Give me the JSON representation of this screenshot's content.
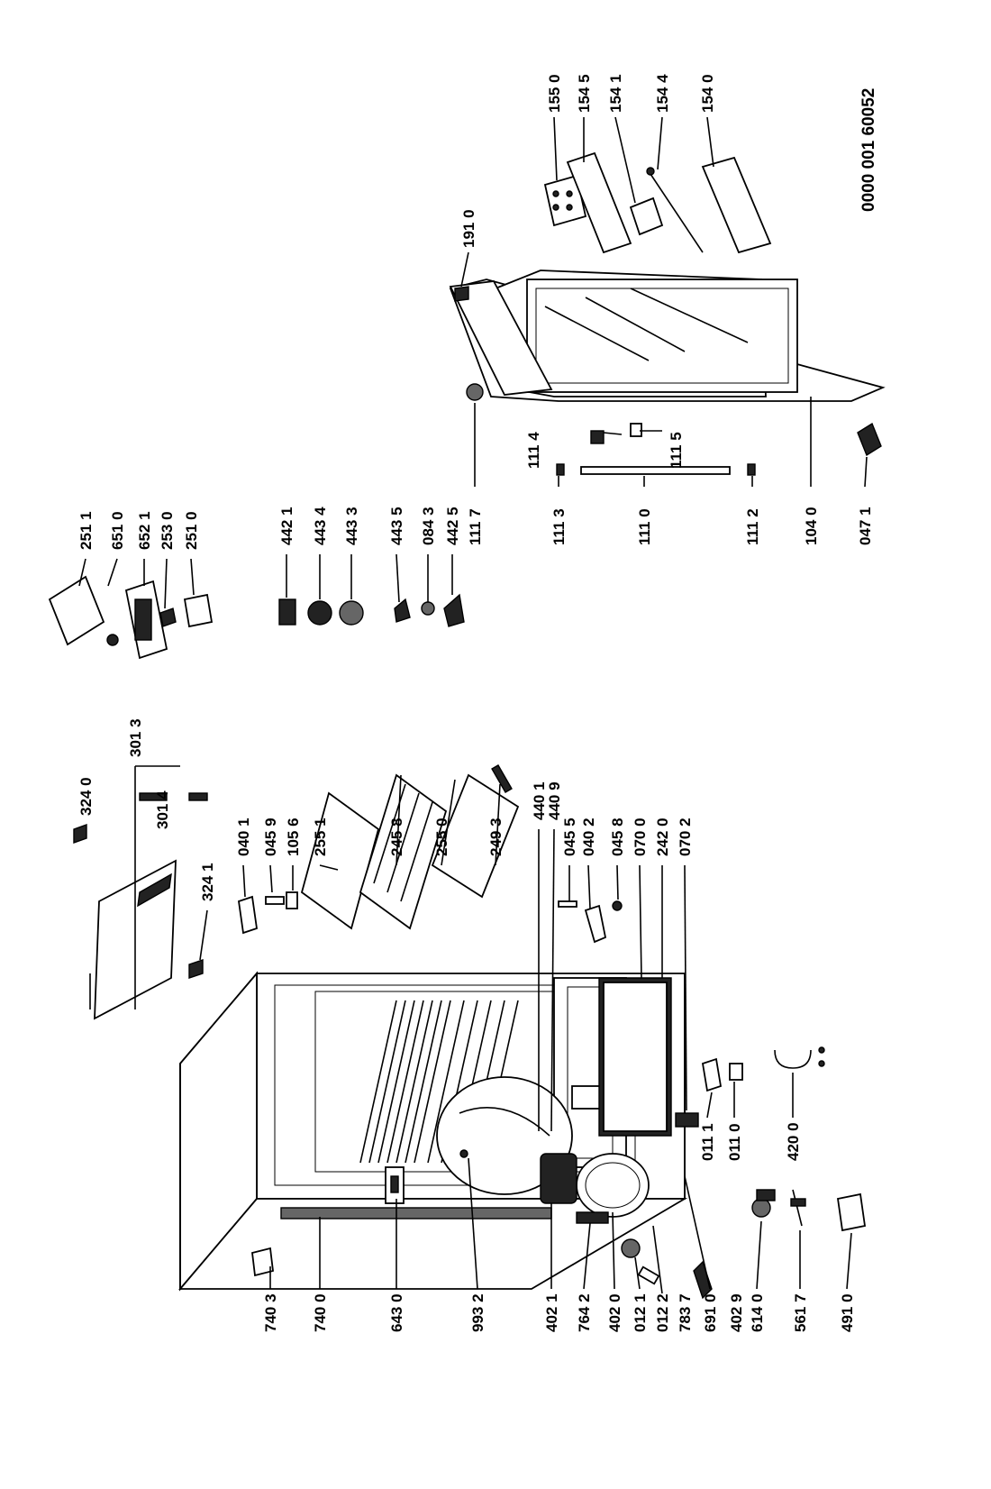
{
  "doc_number": "0000 001 60052",
  "labels": {
    "l7403": "740 3",
    "l7400": "740 0",
    "l6430": "643 0",
    "l9932": "993 2",
    "l4021": "402 1",
    "l7642": "764 2",
    "l4020": "402 0",
    "l0121": "012 1",
    "l0122": "012 2",
    "l7837": "783 7",
    "l6910": "691 0",
    "l4029": "402 9",
    "l6140": "614 0",
    "l5617": "561 7",
    "l4910": "491 0",
    "l0111": "011 1",
    "l0110": "011 0",
    "l4200": "420 0",
    "l3013": "301 3",
    "l3240": "324 0",
    "l3014": "301 4",
    "l3241": "324 1",
    "l0401": "040 1",
    "l0459": "045 9",
    "l1056": "105 6",
    "l2551": "255 1",
    "l2458": "245 8",
    "l2550": "255 0",
    "l2493": "249 3",
    "l4401": "440 1",
    "l4409": "440 9",
    "l0455": "045 5",
    "l0402": "040 2",
    "l0458": "045 8",
    "l0700": "070 0",
    "l2420": "242 0",
    "l0702": "070 2",
    "l2511": "251 1",
    "l6510": "651 0",
    "l6521": "652 1",
    "l2530": "253 0",
    "l2510": "251 0",
    "l4421": "442 1",
    "l4434": "443 4",
    "l4433": "443 3",
    "l4435": "443 5",
    "l0843": "084 3",
    "l4425": "442 5",
    "l1117": "111 7",
    "l1114": "111 4",
    "l1115": "111 5",
    "l1113": "111 3",
    "l1110": "111 0",
    "l1112": "111 2",
    "l1040": "104 0",
    "l0471": "047 1",
    "l1910": "191 0",
    "l1550": "155 0",
    "l1545": "154 5",
    "l1541": "154 1",
    "l1544": "154 4",
    "l1540": "154 0"
  }
}
